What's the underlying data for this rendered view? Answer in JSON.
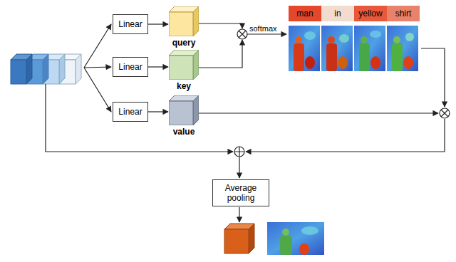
{
  "diagram": {
    "nodes": [
      {
        "text": [
          "Linear"
        ]
      },
      {
        "text": [
          "query"
        ]
      },
      {
        "text": [
          "Linear"
        ]
      },
      {
        "text": [
          "key"
        ]
      },
      {
        "text": [
          "Linear"
        ]
      },
      {
        "text": [
          "value"
        ]
      },
      {
        "text": [
          "man"
        ]
      },
      {
        "text": [
          "in"
        ]
      },
      {
        "text": [
          "yellow"
        ]
      },
      {
        "text": [
          "shirt"
        ]
      },
      {
        "text": [
          "Average pooling"
        ]
      }
    ],
    "edges": [
      {
        "from": 0,
        "to": 1,
        "arrow": "to"
      },
      {
        "from": 2,
        "to": 3,
        "arrow": "to"
      },
      {
        "from": 4,
        "to": 5,
        "arrow": "to"
      }
    ],
    "labels": [
      "softmax"
    ]
  }
}
